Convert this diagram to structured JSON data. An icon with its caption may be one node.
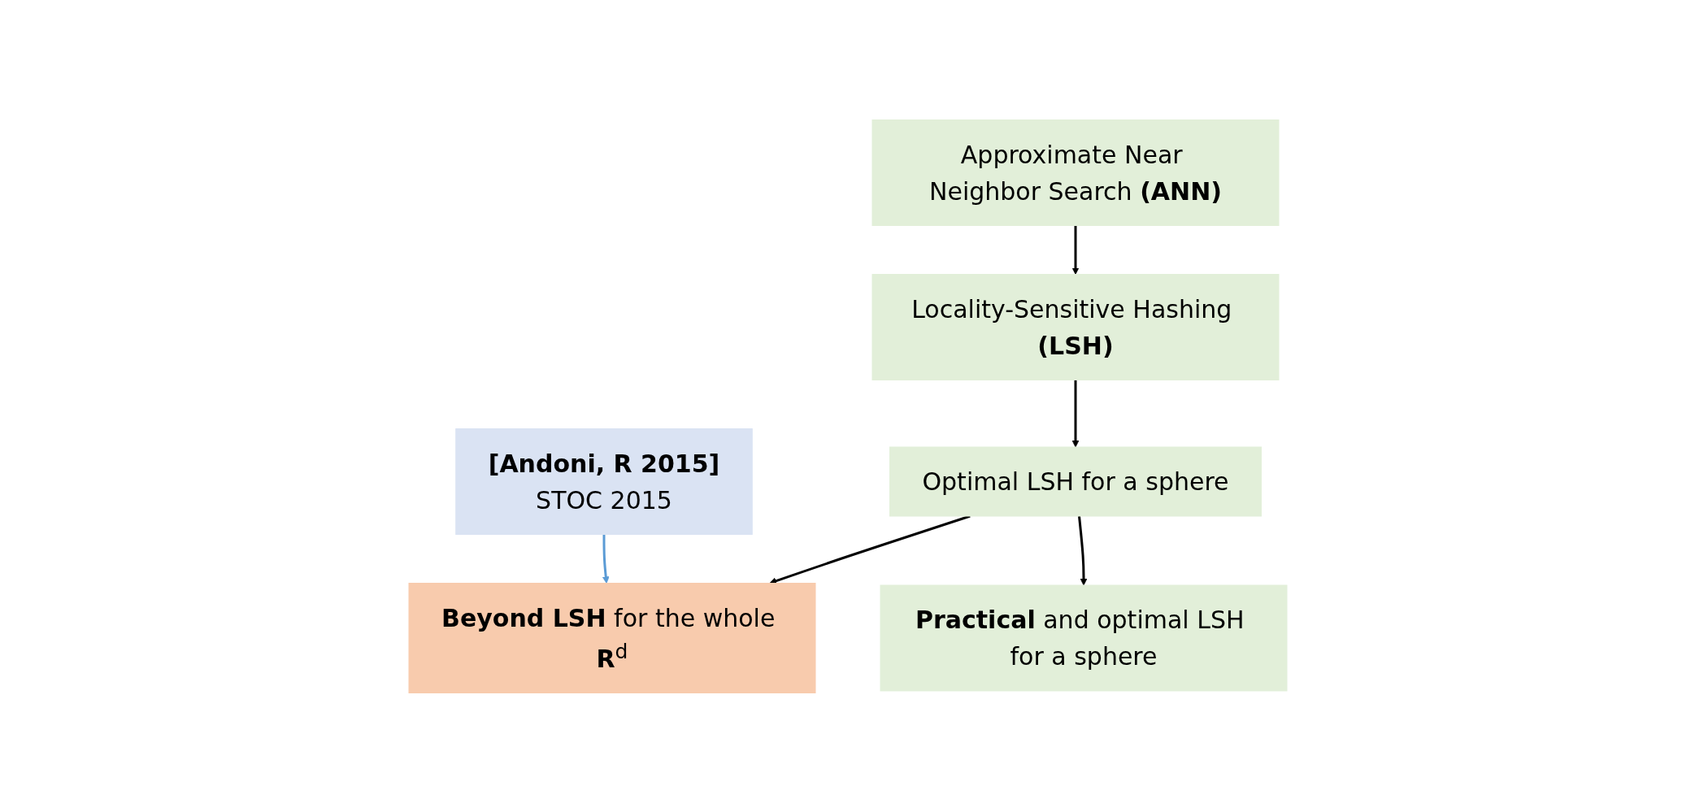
{
  "diagram": {
    "nodes": [
      {
        "text": [
          "Approximate Near Neighbor Search **(ANN)**"
        ]
      },
      {
        "text": [
          "Locality-Sensitive Hashing **(LSH)**"
        ]
      },
      {
        "text": [
          "**[Andoni, R 2015]**",
          "STOC 2015"
        ]
      },
      {
        "text": [
          "Optimal LSH for a sphere"
        ]
      },
      {
        "text": [
          "**Beyond LSH** for the whole **R**$^{d}$"
        ]
      },
      {
        "text": [
          "**Practical** and optimal LSH for a sphere"
        ]
      }
    ],
    "edges": [
      {
        "from": 0,
        "to": 1,
        "arrow": "to"
      },
      {
        "from": 1,
        "to": 3,
        "arrow": "to"
      },
      {
        "from": 3,
        "to": 4,
        "arrow": "to"
      },
      {
        "from": 3,
        "to": 5,
        "arrow": "to"
      },
      {
        "from": 2,
        "to": 4,
        "arrow": "to",
        "color": "#5b9bd5"
      }
    ]
  }
}
